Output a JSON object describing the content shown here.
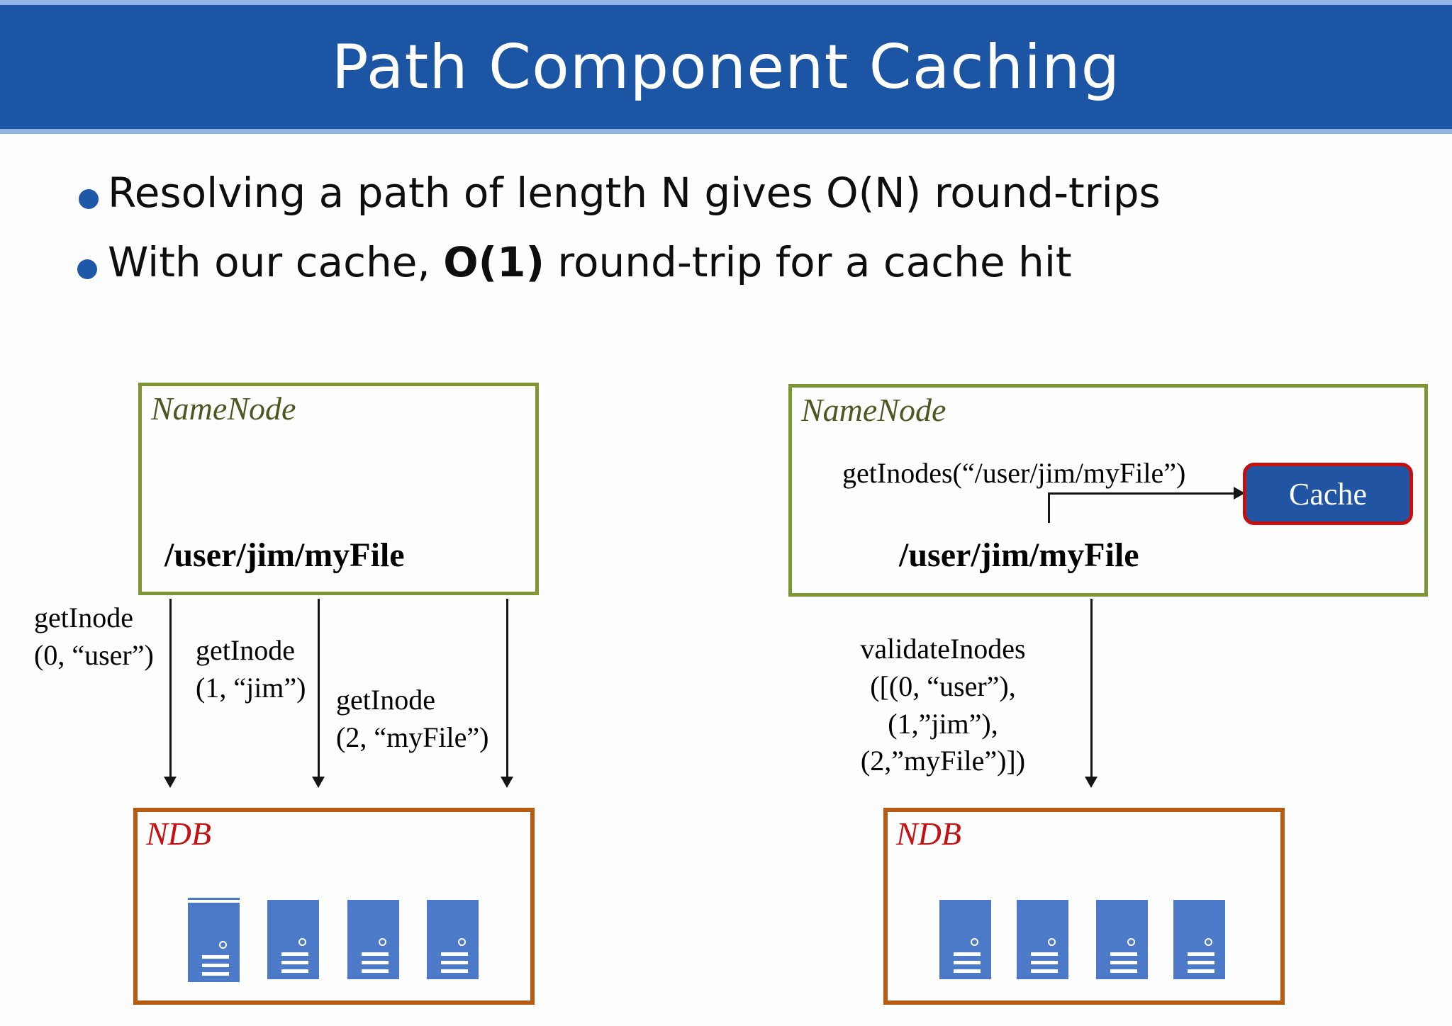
{
  "slide": {
    "title": "Path Component Caching",
    "bullets": [
      {
        "pre": "Resolving a path of length N gives O(N) round-trips",
        "bold": "",
        "post": ""
      },
      {
        "pre": "With our cache, ",
        "bold": "O(1)",
        "post": " round-trip for a cache hit"
      }
    ]
  },
  "left_diagram": {
    "namenode_label": "NameNode",
    "path_text": "/user/jim/myFile",
    "calls": [
      {
        "line1": "getInode",
        "line2": "(0, “user”)"
      },
      {
        "line1": "getInode",
        "line2": "(1, “jim”)"
      },
      {
        "line1": "getInode",
        "line2": "(2, “myFile”)"
      }
    ],
    "ndb_label": "NDB"
  },
  "right_diagram": {
    "namenode_label": "NameNode",
    "cache_call": "getInodes(“/user/jim/myFile”)",
    "cache_label": "Cache",
    "path_text": "/user/jim/myFile",
    "validate_lines": [
      "validateInodes",
      "([(0, “user”),",
      "(1,”jim”),",
      "(2,”myFile”)])"
    ],
    "ndb_label": "NDB"
  },
  "colors": {
    "header_blue": "#1d55a5",
    "strip_blue": "#92b4e4",
    "bullet_blue": "#1f58a9",
    "olive_border": "#7d9733",
    "olive_text": "#4c581f",
    "orange_border": "#b65c12",
    "red_text": "#c51111",
    "cache_fill": "#2155a4",
    "cache_border": "#c60f0f",
    "server_blue": "#4d7ac8",
    "ink": "#121212"
  }
}
